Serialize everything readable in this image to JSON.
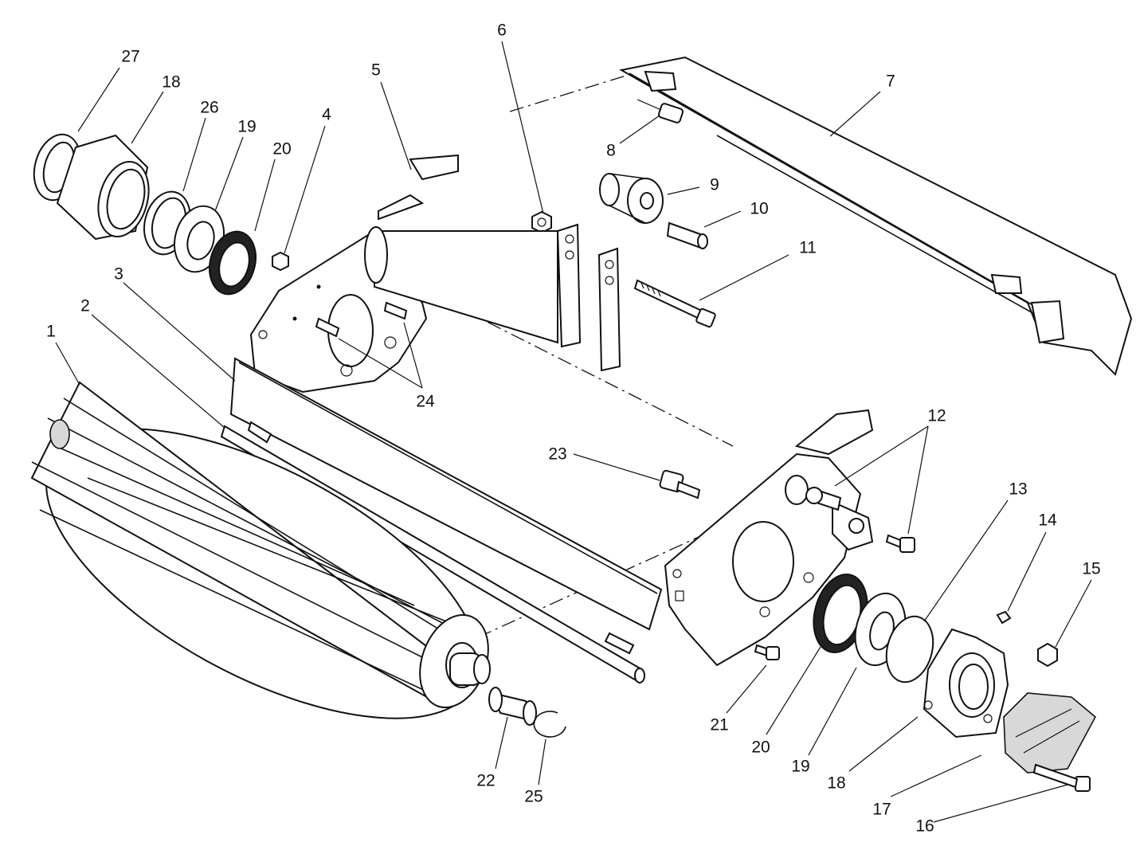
{
  "diagram": {
    "type": "exploded-parts-view",
    "callouts": [
      {
        "id": "c1",
        "label": "1"
      },
      {
        "id": "c2",
        "label": "2"
      },
      {
        "id": "c3",
        "label": "3"
      },
      {
        "id": "c4",
        "label": "4"
      },
      {
        "id": "c5",
        "label": "5"
      },
      {
        "id": "c6",
        "label": "6"
      },
      {
        "id": "c7",
        "label": "7"
      },
      {
        "id": "c8",
        "label": "8"
      },
      {
        "id": "c9",
        "label": "9"
      },
      {
        "id": "c10",
        "label": "10"
      },
      {
        "id": "c11",
        "label": "11"
      },
      {
        "id": "c12",
        "label": "12"
      },
      {
        "id": "c13",
        "label": "13"
      },
      {
        "id": "c14",
        "label": "14"
      },
      {
        "id": "c15",
        "label": "15"
      },
      {
        "id": "c16",
        "label": "16"
      },
      {
        "id": "c17",
        "label": "17"
      },
      {
        "id": "c18a",
        "label": "18"
      },
      {
        "id": "c18b",
        "label": "18"
      },
      {
        "id": "c19a",
        "label": "19"
      },
      {
        "id": "c19b",
        "label": "19"
      },
      {
        "id": "c20a",
        "label": "20"
      },
      {
        "id": "c20b",
        "label": "20"
      },
      {
        "id": "c21",
        "label": "21"
      },
      {
        "id": "c22",
        "label": "22"
      },
      {
        "id": "c23",
        "label": "23"
      },
      {
        "id": "c24",
        "label": "24"
      },
      {
        "id": "c25",
        "label": "25"
      },
      {
        "id": "c26",
        "label": "26"
      },
      {
        "id": "c27",
        "label": "27"
      }
    ]
  }
}
